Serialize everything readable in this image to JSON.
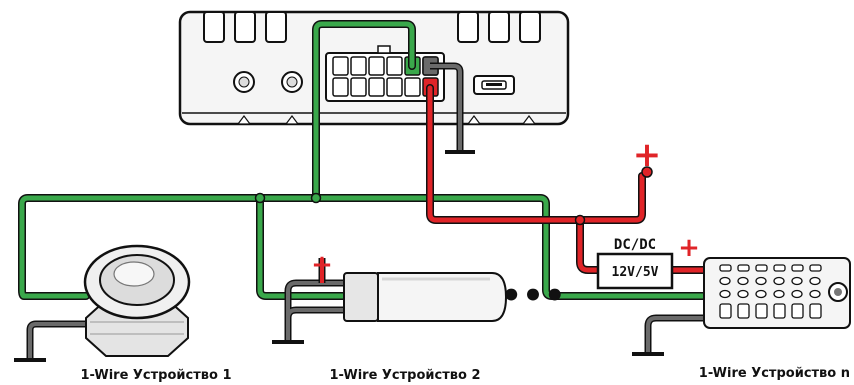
{
  "colors": {
    "data_line": "#3aa84b",
    "power_line": "#e02428",
    "ground_line": "#5a5a5a",
    "outline": "#111111",
    "body_fill": "#f4f4f4"
  },
  "converter": {
    "title": "DC/DC",
    "ratio": "12V/5V"
  },
  "devices": [
    {
      "label": "1-Wire Устройство 1"
    },
    {
      "label": "1-Wire Устройство 2"
    },
    {
      "label": "1-Wire Устройство n"
    }
  ],
  "symbols": {
    "plus": "+",
    "continuation": "•••"
  }
}
